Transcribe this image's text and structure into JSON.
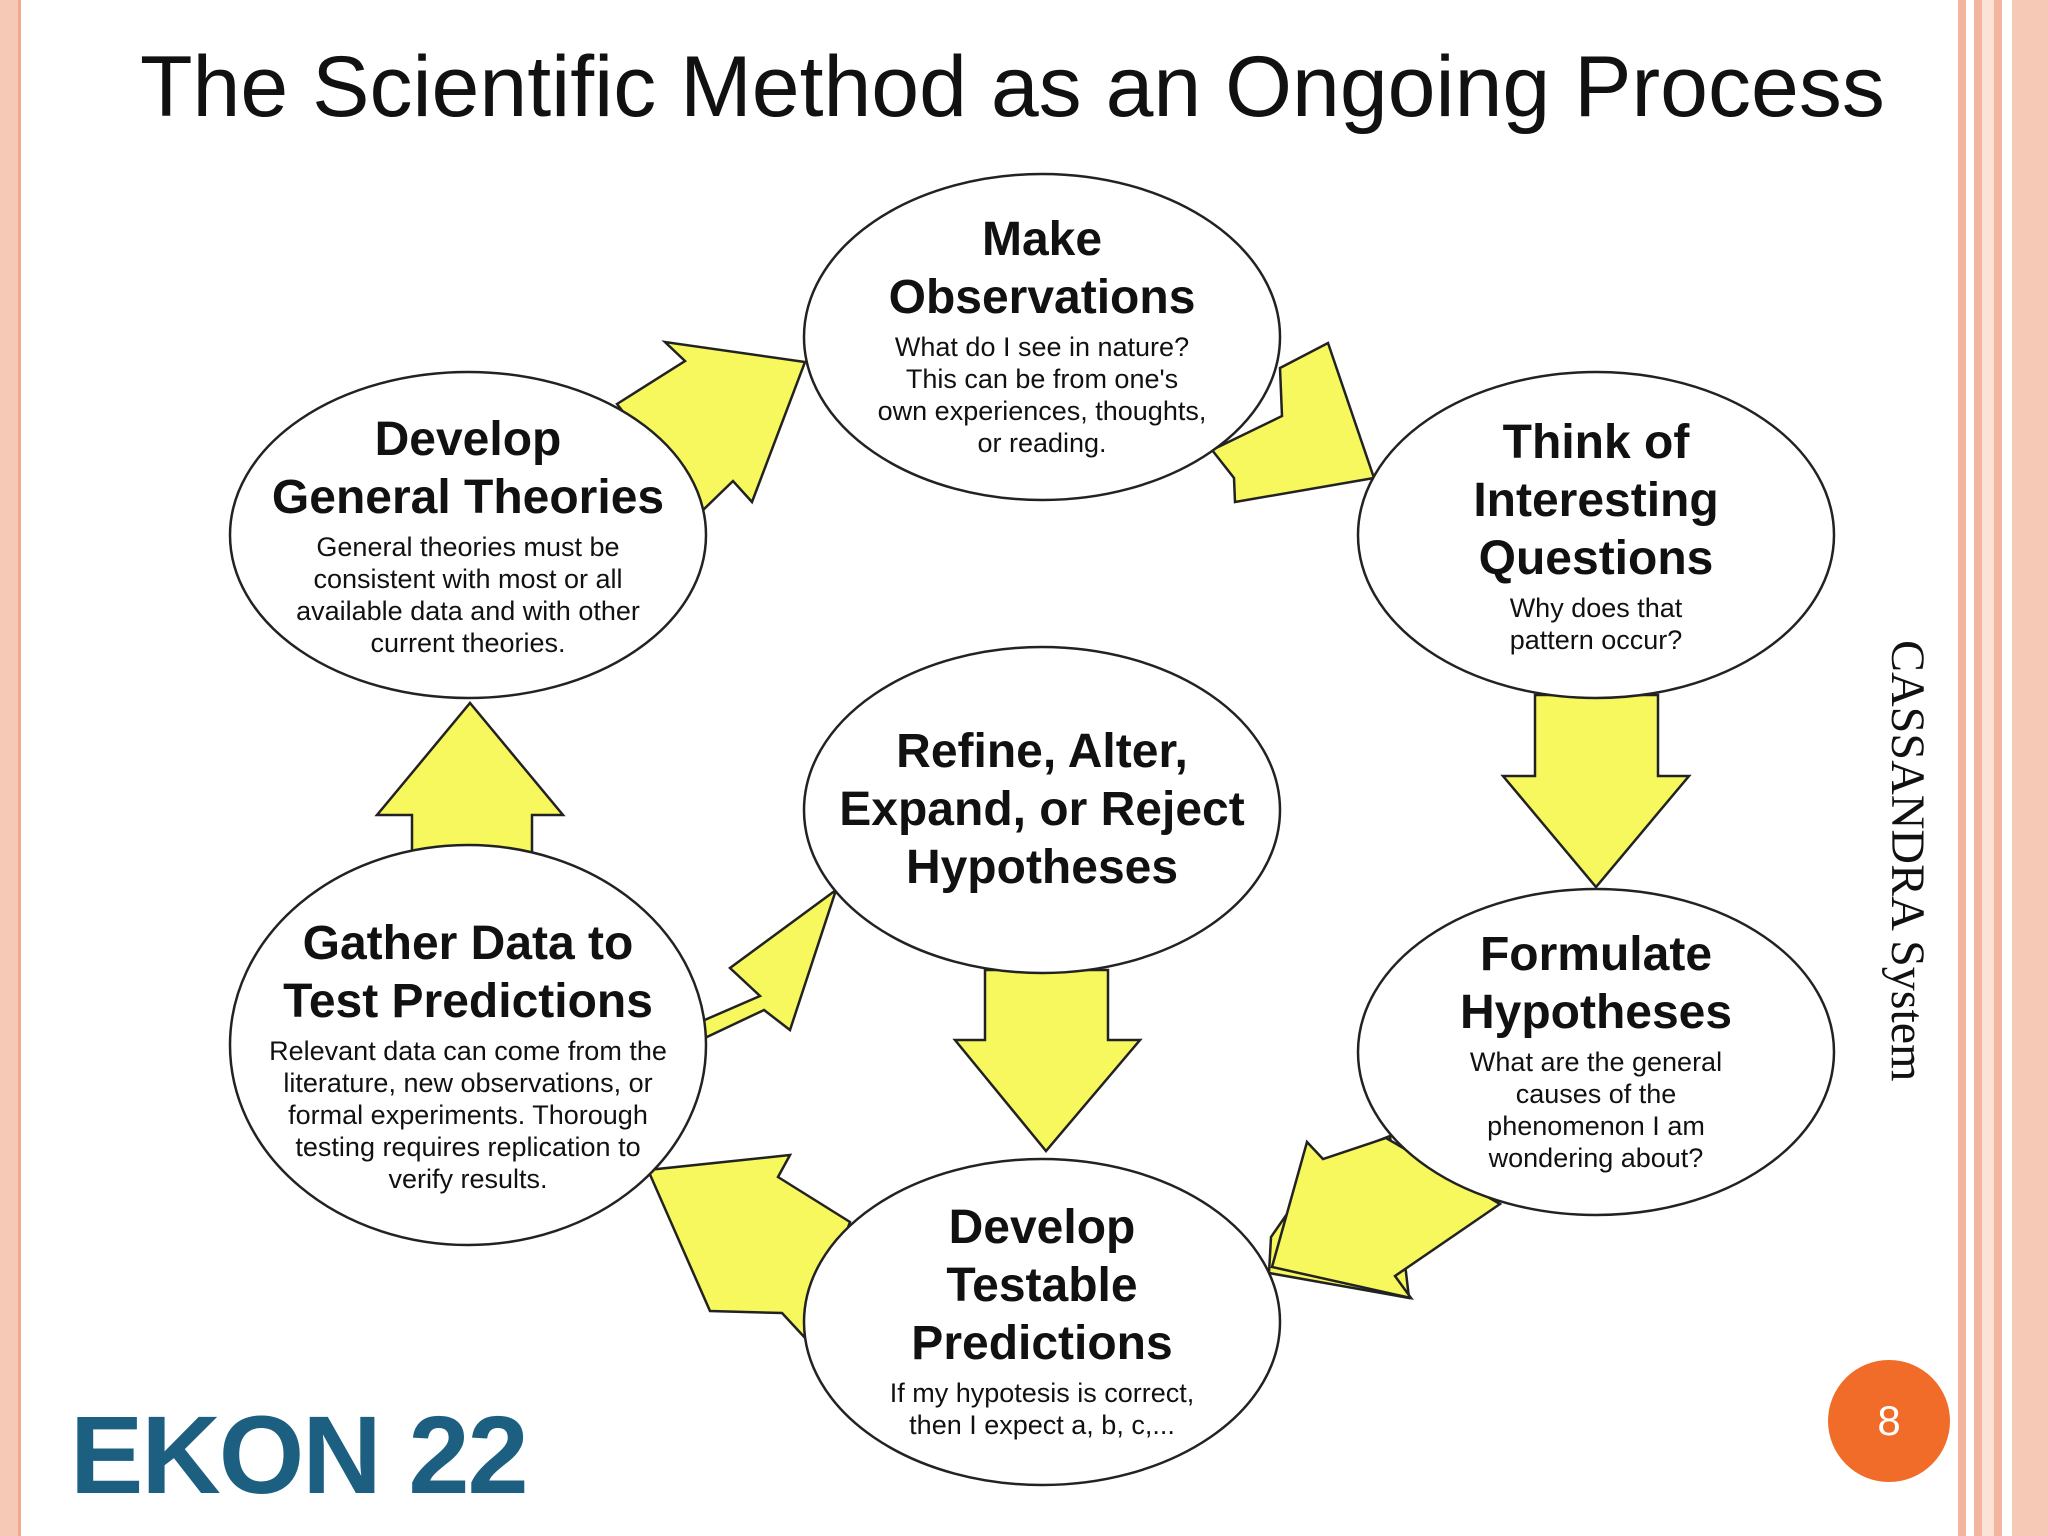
{
  "slide": {
    "title": "The Scientific Method as an Ongoing Process",
    "side_label": "CASSANDRA System",
    "logo_text": "EKON 22",
    "page_number": "8",
    "colors": {
      "arrow_fill": "#f7f75e",
      "logo": "#1d5f80",
      "page_badge": "#f26c29",
      "border": "#f3b59e"
    }
  },
  "nodes": {
    "observations": {
      "heading": "Make\nObservations",
      "desc": "What do I see in nature?\nThis can be from one's\nown experiences, thoughts,\nor reading."
    },
    "questions": {
      "heading": "Think of\nInteresting\nQuestions",
      "desc": "Why does that\npattern occur?"
    },
    "hypotheses": {
      "heading": "Formulate\nHypotheses",
      "desc": "What are the general\ncauses of the\nphenomenon I am\nwondering about?"
    },
    "predictions": {
      "heading": "Develop\nTestable\nPredictions",
      "desc": "If my hypotesis is correct,\nthen I expect a, b, c,..."
    },
    "gather": {
      "heading": "Gather Data to\nTest Predictions",
      "desc": "Relevant data can come from the\nliterature, new observations, or\nformal experiments.  Thorough\ntesting requires replication to\nverify results."
    },
    "theories": {
      "heading": "Develop\nGeneral Theories",
      "desc": "General theories must be\nconsistent with most or all\navailable data and with other\ncurrent theories."
    },
    "refine": {
      "heading": "Refine, Alter,\nExpand, or Reject\nHypotheses",
      "desc": ""
    }
  }
}
